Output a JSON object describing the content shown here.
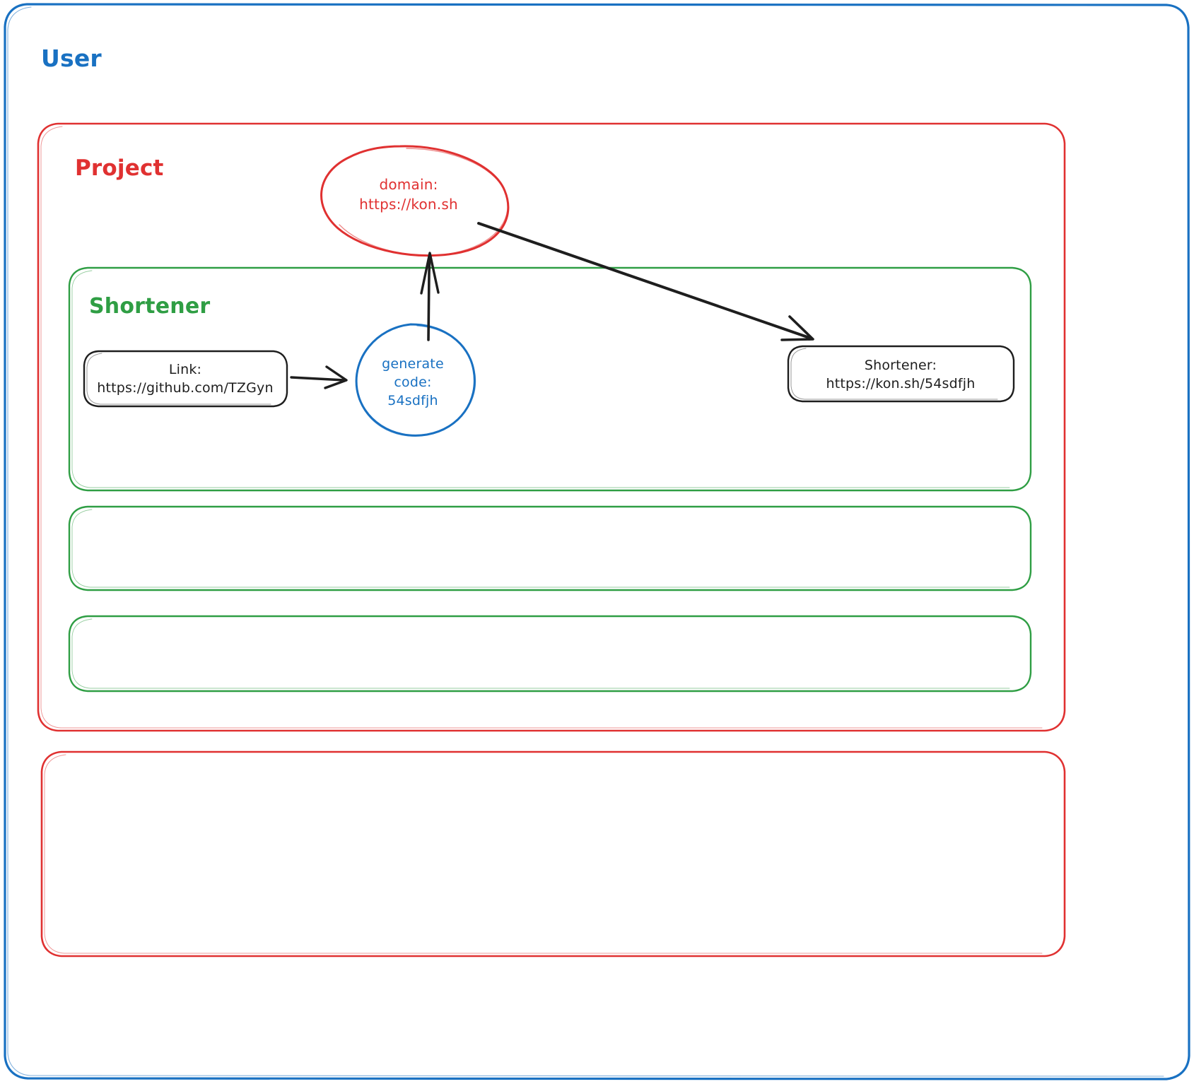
{
  "diagram": {
    "title_hidden": "",
    "style": "hand-drawn whiteboard sketch",
    "colors": {
      "user_blue": "#1971c2",
      "project_red": "#e03131",
      "shortener_green": "#2f9e44",
      "node_black": "#1e1e1e",
      "background": "#ffffff"
    },
    "containers": [
      {
        "id": "user",
        "label": "User",
        "color": "#1971c2",
        "shape": "rounded-rect"
      },
      {
        "id": "project",
        "label": "Project",
        "color": "#e03131",
        "shape": "rounded-rect"
      },
      {
        "id": "shortener",
        "label": "Shortener",
        "color": "#2f9e44",
        "shape": "rounded-rect"
      },
      {
        "id": "shortener-empty-1",
        "label": "",
        "color": "#2f9e44",
        "shape": "rounded-rect"
      },
      {
        "id": "shortener-empty-2",
        "label": "",
        "color": "#2f9e44",
        "shape": "rounded-rect"
      },
      {
        "id": "project-empty-1",
        "label": "",
        "color": "#e03131",
        "shape": "rounded-rect"
      }
    ],
    "nodes": [
      {
        "id": "domain",
        "shape": "ellipse",
        "color": "#e03131",
        "lines": [
          "domain:",
          "https://kon.sh"
        ]
      },
      {
        "id": "link",
        "shape": "rounded-rect",
        "color": "#1e1e1e",
        "lines": [
          "Link:",
          "https://github.com/TZGyn"
        ]
      },
      {
        "id": "generate-code",
        "shape": "circle",
        "color": "#1971c2",
        "lines": [
          "generate",
          "code:",
          "54sdfjh"
        ]
      },
      {
        "id": "shortener-url",
        "shape": "rounded-rect",
        "color": "#1e1e1e",
        "lines": [
          "Shortener:",
          "https://kon.sh/54sdfjh"
        ]
      }
    ],
    "arrows": [
      {
        "id": "link-to-generate",
        "from": "link",
        "to": "generate-code",
        "color": "#1e1e1e"
      },
      {
        "id": "generate-to-domain",
        "from": "generate-code",
        "to": "domain",
        "color": "#1e1e1e"
      },
      {
        "id": "domain-to-shortener-url",
        "from": "domain",
        "to": "shortener-url",
        "color": "#1e1e1e"
      }
    ]
  }
}
